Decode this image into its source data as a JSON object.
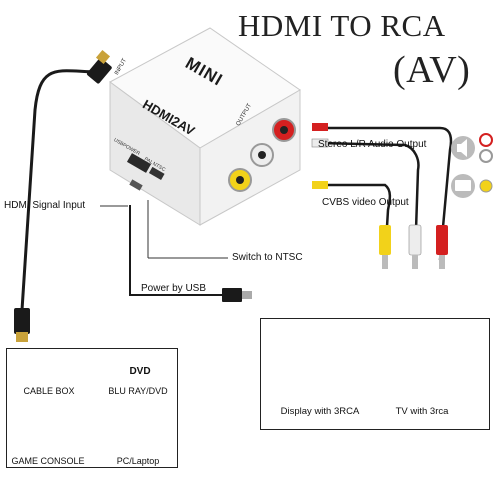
{
  "title": {
    "line1": "HDMI TO RCA",
    "line2": "(AV)"
  },
  "device": {
    "top_label": "MINI",
    "model": "HDMI2AV",
    "input_port": "INPUT",
    "output_port": "OUTPUT",
    "power_port": "USBPOWER",
    "switch_pal": "PAL",
    "switch_ntsc": "NTSC"
  },
  "callouts": {
    "stereo": "Stereo L/R Audio Output",
    "cvbs": "CVBS video Output",
    "hdmi_in": "HDMI Signal Input",
    "ntsc": "Switch to NTSC",
    "usb": "Power by USB"
  },
  "sources": [
    {
      "label": "CABLE BOX",
      "icon": "cable-box-icon"
    },
    {
      "label": "BLU RAY/DVD",
      "icon": "dvd-icon",
      "badge": "DVD"
    },
    {
      "label": "GAME CONSOLE",
      "icon": "game-console-icon"
    },
    {
      "label": "PC/Laptop",
      "icon": "pc-icon"
    }
  ],
  "displays": [
    {
      "label": "Display with 3RCA",
      "icon": "monitor-icon"
    },
    {
      "label": "TV with 3rca",
      "icon": "tv-icon"
    }
  ],
  "colors": {
    "cable": "#1a1a1a",
    "rca_red": "#d42020",
    "rca_white": "#e8e8e8",
    "rca_yellow": "#f2d21a",
    "device": "#f4f4f4"
  }
}
